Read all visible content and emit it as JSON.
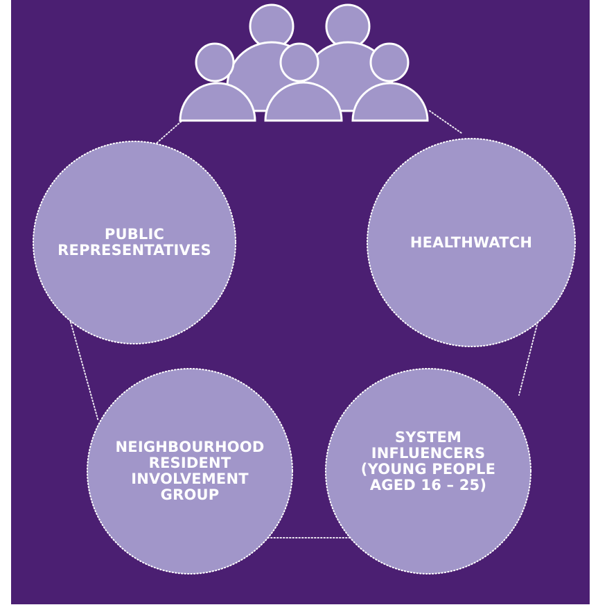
{
  "colors": {
    "background": "#4b1f72",
    "circle_fill": "#a196c9",
    "circle_border": "#ffffff",
    "connector": "#ffffff",
    "label_text": "#ffffff"
  },
  "header_icon": "group-of-people-icon",
  "groups": [
    {
      "id": "public-representatives",
      "label": "PUBLIC\nREPRESENTATIVES"
    },
    {
      "id": "healthwatch",
      "label": "HEALTHWATCH"
    },
    {
      "id": "neighbourhood-resident-involvement-group",
      "label": "NEIGHBOURHOOD\nRESIDENT\nINVOLVEMENT\nGROUP"
    },
    {
      "id": "system-influencers",
      "label": "SYSTEM\nINFLUENCERS\n(YOUNG PEOPLE\nAGED 16 – 25)"
    }
  ]
}
